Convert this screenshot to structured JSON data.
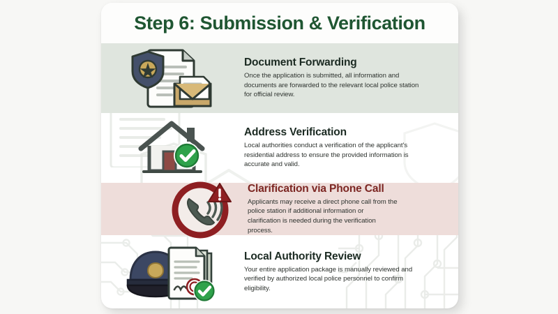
{
  "page": {
    "title": "Step 6: Submission & Verification",
    "title_color": "#1f5632",
    "card_bg": "#ffffff",
    "canvas_bg": "#f7f7f5"
  },
  "sections": [
    {
      "id": "document-forwarding",
      "heading": "Document Forwarding",
      "body": "Once the application is submitted, all information and documents are forwarded to the relevant local police station for official review.",
      "icon": "document-badge-envelope-icon",
      "band_color": "#dfe5de",
      "heading_color": "#1b2a22",
      "highlighted": "false"
    },
    {
      "id": "address-verification",
      "heading": "Address Verification",
      "body": "Local authorities conduct a verification of the applicant's residential address to ensure the provided information is accurate and valid.",
      "icon": "house-check-icon",
      "band_color": "#ffffff",
      "heading_color": "#1b2a22",
      "highlighted": "false"
    },
    {
      "id": "clarification-phone-call",
      "heading": "Clarification via Phone Call",
      "body": "Applicants may receive a direct phone call from the police station if additional information or clarification is needed during the verification process.",
      "icon": "phone-call-alert-icon",
      "band_color": "#eeddda",
      "heading_color": "#7c2622",
      "highlighted": "true"
    },
    {
      "id": "local-authority-review",
      "heading": "Local Authority Review",
      "body": "Your entire application package is manually reviewed and verified by authorized local police personnel to confirm eligibility.",
      "icon": "police-cap-documents-check-icon",
      "band_color": "#ffffff",
      "heading_color": "#1b2a22",
      "highlighted": "false"
    }
  ]
}
